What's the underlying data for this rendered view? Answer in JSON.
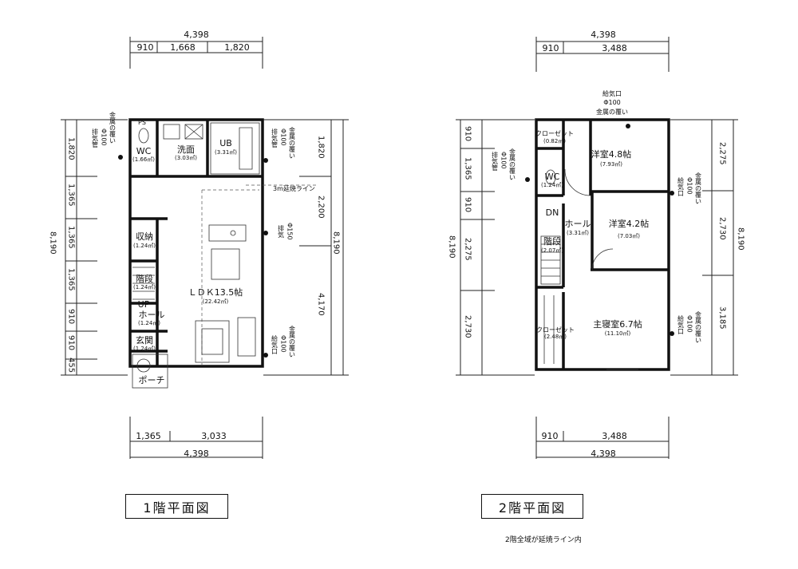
{
  "floor1": {
    "caption": "1階平面図",
    "dims_top": {
      "total": "4,398",
      "segments": [
        "910",
        "1,668",
        "1,820"
      ]
    },
    "dims_bottom": {
      "segments": [
        "1,365",
        "3,033"
      ],
      "total": "4,398"
    },
    "dims_left": {
      "total": "8,190",
      "segments": [
        "1,820",
        "1,365",
        "1,365",
        "1,365",
        "910",
        "910",
        "455"
      ]
    },
    "dims_right": {
      "total": "8,190",
      "segments": [
        "1,820",
        "2,200",
        "4,170"
      ]
    },
    "rooms": [
      {
        "name": "WC",
        "area": "(1.66㎡)"
      },
      {
        "name": "洗面",
        "area": "(3.03㎡)"
      },
      {
        "name": "UB",
        "area": "(3.31㎡)"
      },
      {
        "name": "収納",
        "area": "(1.24㎡)"
      },
      {
        "name": "階段",
        "area": "(1.24㎡)"
      },
      {
        "name": "ＬＤＫ13.5帖",
        "area": "(22.42㎡)"
      },
      {
        "name": "UP",
        "area": ""
      },
      {
        "name": "ホール",
        "area": "(1.24㎡)"
      },
      {
        "name": "玄関",
        "area": "(1.24㎡)"
      },
      {
        "name": "ポーチ",
        "area": ""
      }
    ],
    "ps": "PS",
    "fire_line": "3m延焼ライン",
    "notes_left": [
      "排気管",
      "Φ100",
      "金属の覆い"
    ],
    "notes_right_top": [
      "排気管",
      "Φ100",
      "金属の覆い"
    ],
    "notes_right_mid": [
      "排気",
      "Φ150"
    ],
    "notes_right_bottom": [
      "給気口",
      "Φ100",
      "金属の覆い"
    ]
  },
  "floor2": {
    "caption": "2階平面図",
    "dims_top": {
      "total": "4,398",
      "segments": [
        "910",
        "3,488"
      ]
    },
    "dims_bottom": {
      "segments": [
        "910",
        "3,488"
      ],
      "total": "4,398"
    },
    "dims_left": {
      "total": "8,190",
      "segments": [
        "910",
        "1,365",
        "910",
        "2,275",
        "2,730"
      ]
    },
    "dims_right": {
      "total": "8,190",
      "segments": [
        "2,275",
        "2,730",
        "3,185"
      ]
    },
    "rooms": [
      {
        "name": "クローゼット",
        "area": "(0.82㎡)"
      },
      {
        "name": "洋室4.8帖",
        "area": "(7.93㎡)"
      },
      {
        "name": "WC",
        "area": "(1.24㎡)"
      },
      {
        "name": "DN",
        "area": ""
      },
      {
        "name": "ホール",
        "area": "(3.31㎡)"
      },
      {
        "name": "洋室4.2帖",
        "area": "(7.03㎡)"
      },
      {
        "name": "階段",
        "area": "(2.07㎡)"
      },
      {
        "name": "クローゼット",
        "area": "(2.48㎡)"
      },
      {
        "name": "主寝室6.7帖",
        "area": "(11.10㎡)"
      }
    ],
    "notes_top": [
      "給気口",
      "Φ100",
      "金属の覆い"
    ],
    "notes_left": [
      "排気管",
      "Φ100",
      "金属の覆い"
    ],
    "notes_right_mid": [
      "給気口",
      "Φ100",
      "金属の覆い"
    ],
    "notes_right_bottom": [
      "給気口",
      "Φ100",
      "金属の覆い"
    ]
  },
  "footnote": "2階全域が延焼ライン内"
}
